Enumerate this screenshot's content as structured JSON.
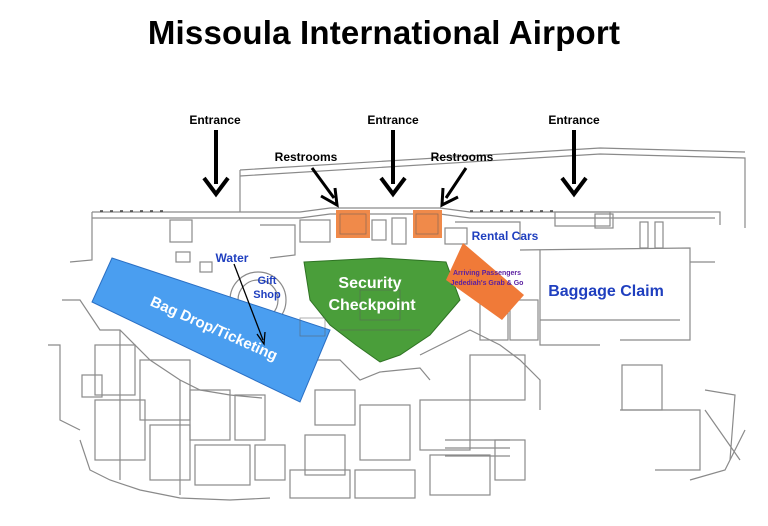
{
  "page": {
    "title": "Missoula International Airport"
  },
  "labels": {
    "entrance_left": "Entrance",
    "entrance_center": "Entrance",
    "entrance_right": "Entrance",
    "restrooms_left": "Restrooms",
    "restrooms_right": "Restrooms",
    "rental_cars": "Rental Cars",
    "water": "Water",
    "gift_shop_line1": "Gift",
    "gift_shop_line2": "Shop",
    "security_line1": "Security",
    "security_line2": "Checkpoint",
    "arriving_line1": "Arriving Passengers",
    "arriving_line2": "Jedediah's Grab & Go",
    "baggage_claim": "Baggage Claim",
    "bag_drop": "Bag Drop/Ticketing"
  },
  "colors": {
    "bag_drop": "#4a9ef0",
    "security": "#4a9e3a",
    "restrooms": "#f08a4a",
    "arriving": "#f07a38",
    "blue_text": "#1f3fbf",
    "purple_text": "#5a1fa0",
    "plan_line": "#8a8a8a",
    "plan_dark": "#444444"
  }
}
